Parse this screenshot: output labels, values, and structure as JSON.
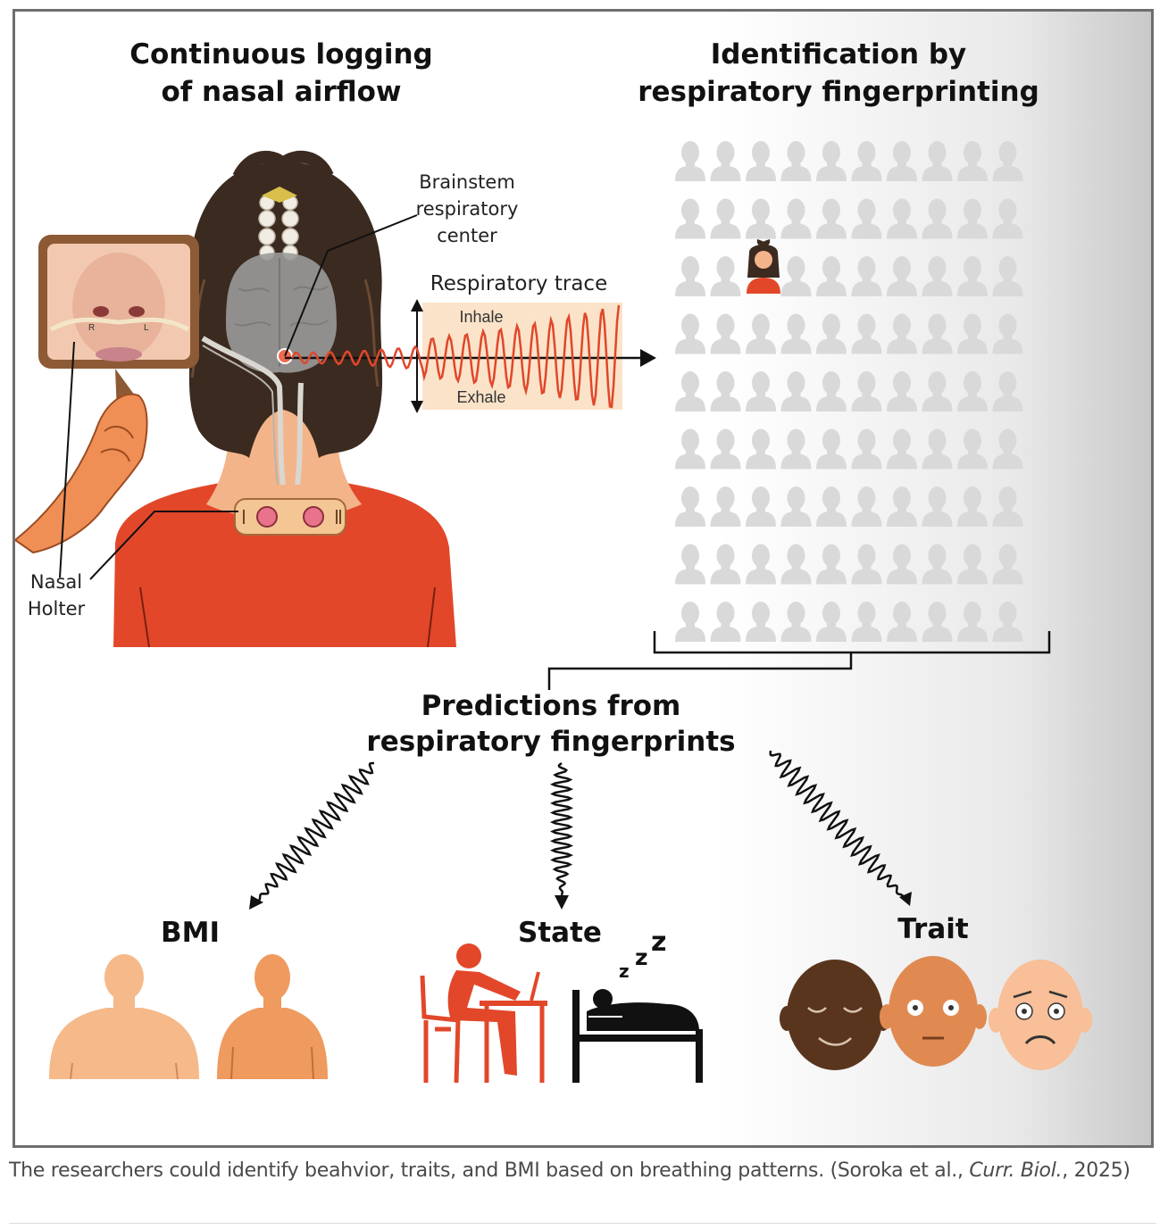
{
  "figure": {
    "panel_left_title": [
      "Continuous logging",
      "of nasal airflow"
    ],
    "panel_right_title": [
      "Identification by",
      "respiratory fingerprinting"
    ],
    "brainstem_label": [
      "Brainstem",
      "respiratory",
      "center"
    ],
    "trace_label": "Respiratory trace",
    "inhale_label": "Inhale",
    "exhale_label": "Exhale",
    "nasal_holter_label": [
      "Nasal",
      "Holter"
    ],
    "mirror_cannula_left": "R",
    "mirror_cannula_right": "L",
    "predictions_title": [
      "Predictions from",
      "respiratory fingerprints"
    ],
    "bmi_label": "BMI",
    "state_label": "State",
    "trait_label": "Trait",
    "sleep_letters": [
      "z",
      "z",
      "z"
    ],
    "crowd_rows": 9,
    "crowd_cols": 10,
    "highlight_person": {
      "row": 3,
      "col": 3
    }
  },
  "caption": {
    "text_before": "The researchers could identify beahvior, traits, and BMI based on breathing patterns. (Soroka et al., ",
    "journal": "Curr. Biol.",
    "text_after": ", 2025)"
  },
  "colors": {
    "shirt": "#e2472a",
    "skin_light": "#f6b98a",
    "skin_mid": "#e9864e",
    "trace": "#e0472b",
    "trace_bg": "#fbe3c9",
    "crowd": "#d9d9d9",
    "dark_skin": "#5a351d"
  }
}
